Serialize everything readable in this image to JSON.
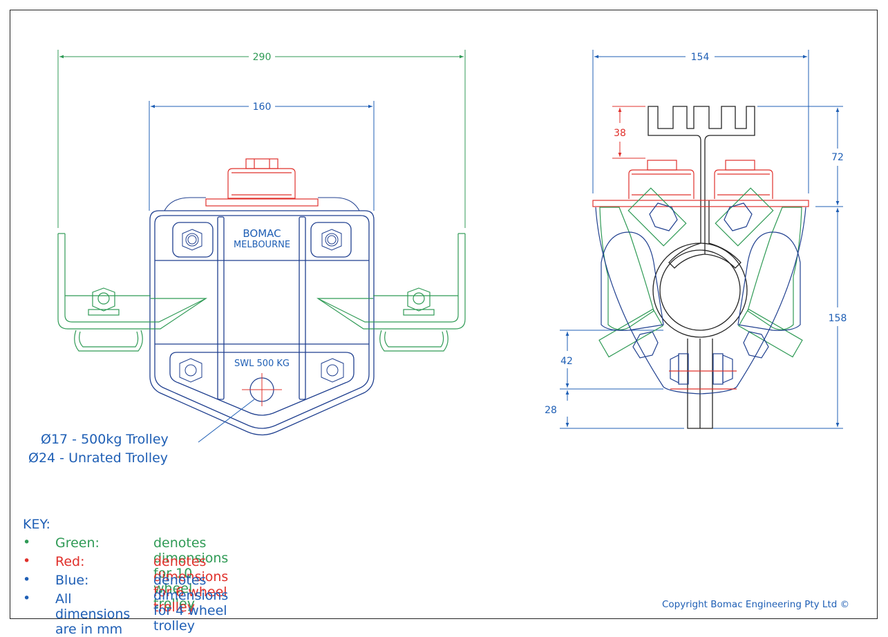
{
  "colors": {
    "green": "#2f9a55",
    "red": "#e0302b",
    "blue": "#1f5fb5",
    "outline": "#1f3f8f"
  },
  "front_view": {
    "dimensions": {
      "overall_width": "290",
      "inner_width": "160"
    },
    "plate_text_line1": "BOMAC",
    "plate_text_line2": "MELBOURNE",
    "swl_text": "SWL 500 KG"
  },
  "side_view": {
    "dimensions": {
      "top_width": "154",
      "track_height": "38",
      "upper_height": "72",
      "lower_height": "158",
      "lower_a": "42",
      "lower_b": "28"
    }
  },
  "hole_note": {
    "line1": "Ø17 - 500kg Trolley",
    "line2": "Ø24 - Unrated Trolley"
  },
  "key": {
    "title": "KEY:",
    "bullet": "•",
    "rows": [
      {
        "name": "Green:",
        "desc": "denotes dimensions for 10 wheel trolley",
        "color": "#2f9a55"
      },
      {
        "name": "Red:",
        "desc": "denotes dimensions for 6 wheel trolley",
        "color": "#e0302b"
      },
      {
        "name": "Blue:",
        "desc": "denotes dimensions for 4 wheel trolley",
        "color": "#1f5fb5"
      },
      {
        "name": "All dimensions are in mm",
        "desc": "",
        "color": "#1f5fb5"
      }
    ]
  },
  "copyright": "Copyright Bomac Engineering Pty Ltd ©"
}
